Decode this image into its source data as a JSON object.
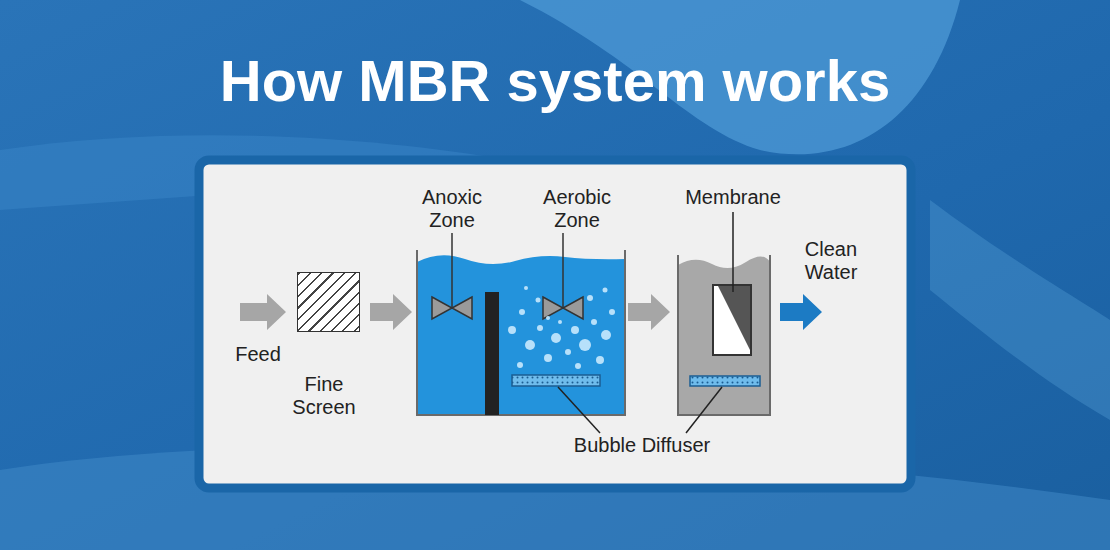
{
  "diagram": {
    "title": "How MBR system works",
    "nodes": [
      {
        "text": [
          "Fine Screen"
        ]
      },
      {
        "text": [
          "Anoxic Zone"
        ]
      },
      {
        "text": [
          "Aerobic Zone"
        ]
      },
      {
        "text": [
          "Membrane"
        ]
      }
    ],
    "edges": [
      {
        "from": 0,
        "to": 1,
        "arrow": "to"
      },
      {
        "from": 2,
        "to": 3,
        "arrow": "to"
      }
    ],
    "labels": [
      "Feed",
      "Clean Water",
      "Bubble Diffuser"
    ]
  }
}
